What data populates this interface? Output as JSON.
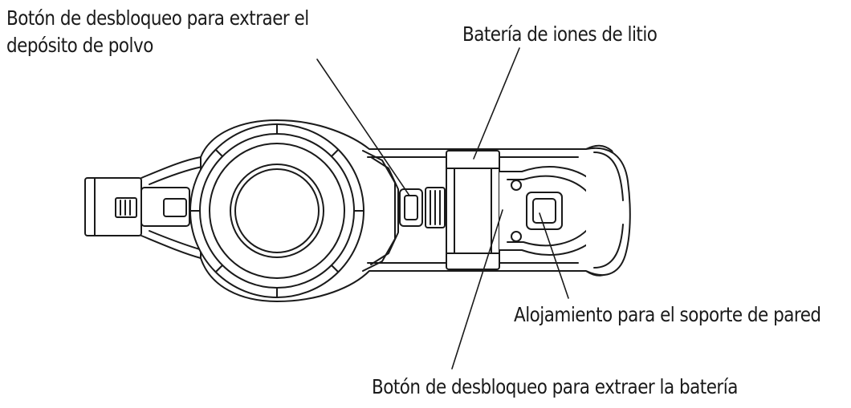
{
  "labels": {
    "dust_release_line1": "Botón de desbloqueo para extraer el",
    "dust_release_line2": "depósito de polvo",
    "battery": "Batería de iones de litio",
    "wall_mount": "Alojamiento para el soporte de pared",
    "battery_release": "Botón de desbloqueo para extraer la batería"
  },
  "colors": {
    "stroke": "#1a1a1a",
    "fill": "#ffffff",
    "shade": "#d9d9d9"
  }
}
